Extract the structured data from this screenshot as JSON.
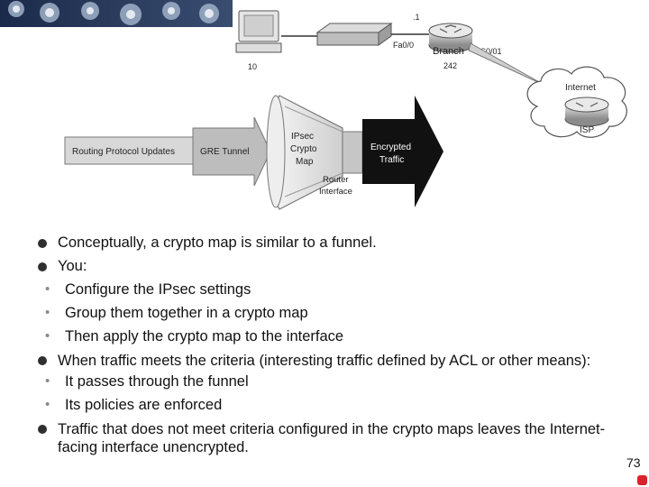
{
  "diagram": {
    "host_label": "10",
    "switch_dot_label": ".1",
    "router_interface_label": "Fa0/0",
    "branch_label": "Branch",
    "branch_id_label": "242",
    "serial_label": "S0/01",
    "internet_label": "Internet",
    "isp_label": "ISP",
    "routing_box_label": "Routing Protocol Updates",
    "gre_label": "GRE Tunnel",
    "funnel_label_lines": [
      "IPsec",
      "Crypto",
      "Map"
    ],
    "router_interface_lines": [
      "Router",
      "Interface"
    ],
    "encrypted_lines": [
      "Encrypted",
      "Traffic"
    ]
  },
  "bullets": [
    {
      "text": "Conceptually, a crypto map is similar to a funnel."
    },
    {
      "text": "You:"
    },
    {
      "sub": [
        "Configure the IPsec settings",
        "Group them together in a crypto map",
        "Then apply the crypto map to the interface"
      ]
    },
    {
      "text": "When traffic meets the criteria (interesting traffic defined by ACL or other means):"
    },
    {
      "sub": [
        "It passes through the funnel",
        "Its policies are enforced"
      ]
    },
    {
      "text": "Traffic that does not meet criteria configured in the crypto maps leaves the Internet-facing interface unencrypted."
    }
  ],
  "page_number": "73",
  "colors": {
    "accent_red": "#d8232a",
    "arrow_gray": "#bdbdbd",
    "encrypted_arrow": "#111111"
  }
}
